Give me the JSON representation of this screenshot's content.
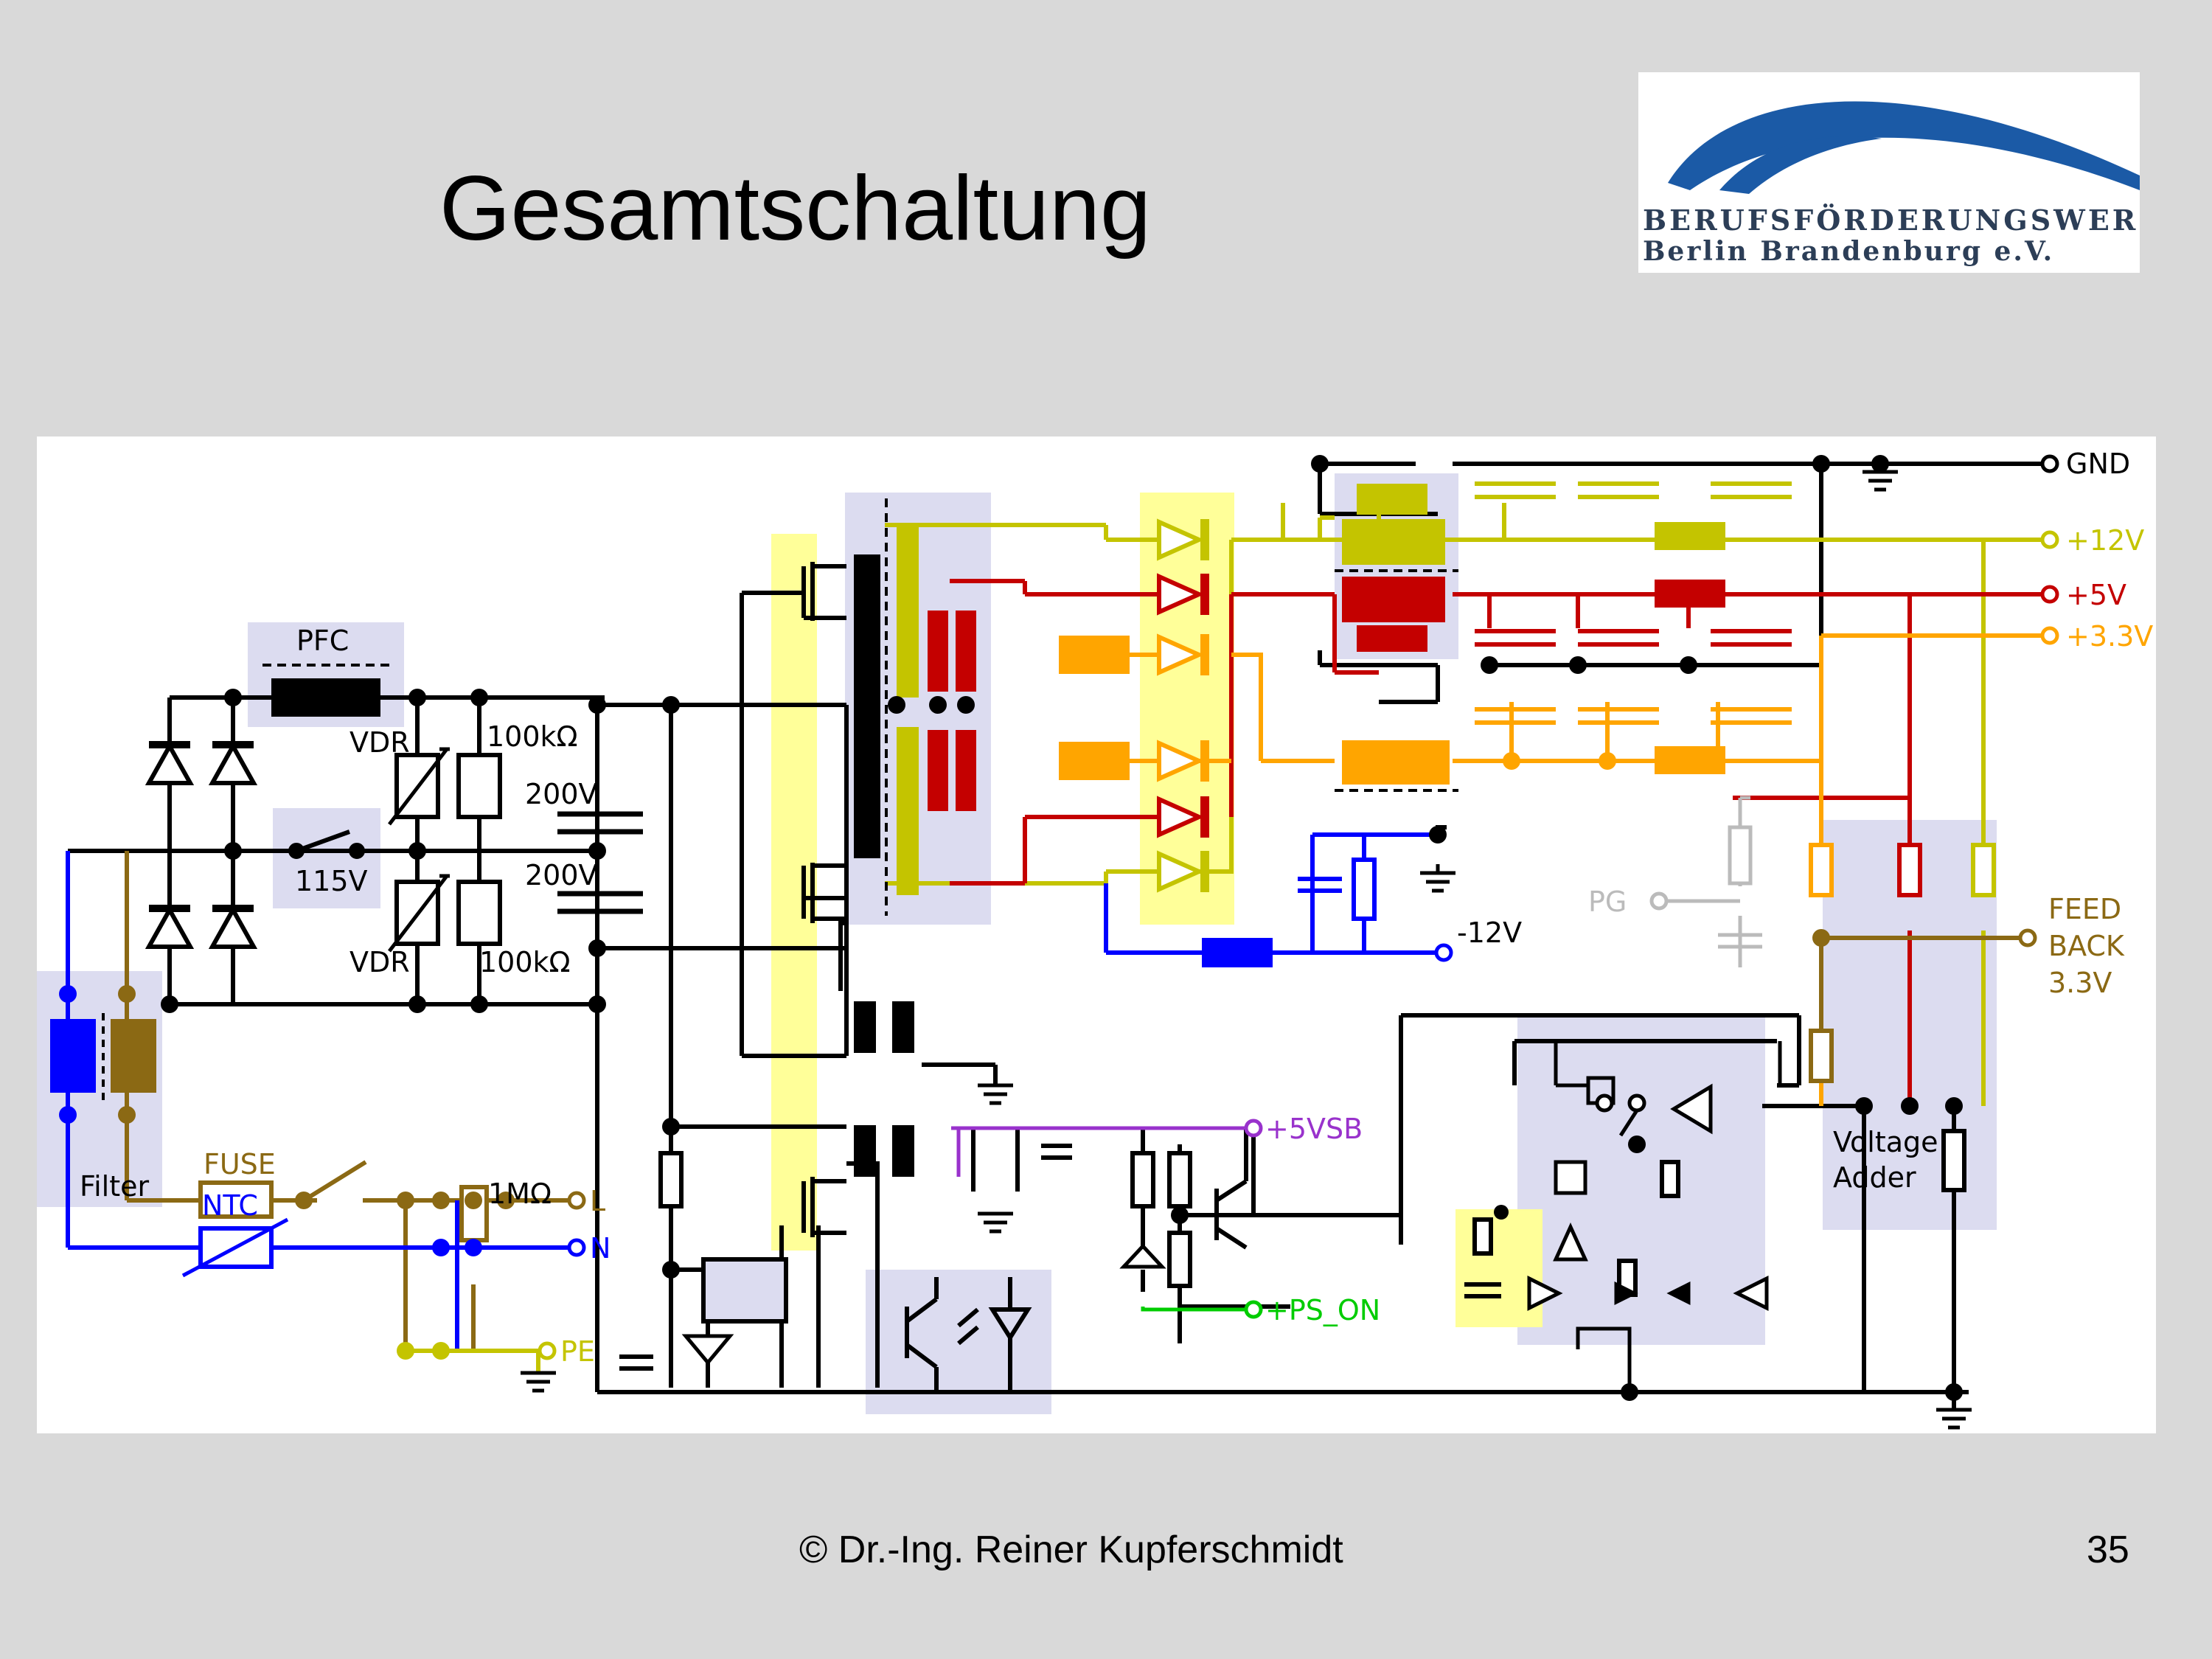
{
  "title": "Gesamtschaltung",
  "logo": {
    "line1": "BERUFSFÖRDERUNGSWERK",
    "line2": "Berlin Brandenburg e.V."
  },
  "footer": {
    "credit": "© Dr.-Ing. Reiner Kupferschmidt",
    "page": "35"
  },
  "schematic": {
    "labels": {
      "pfc": "PFC",
      "vdr_top": "VDR",
      "vdr_bottom": "VDR",
      "r_top": "100kΩ",
      "r_bottom": "100kΩ",
      "cap_top": "200V",
      "cap_bottom": "200V",
      "switch_115v": "115V",
      "filter": "Filter",
      "fuse": "FUSE",
      "ntc": "NTC",
      "r_1m": "1MΩ",
      "voltage_adder_1": "Voltage",
      "voltage_adder_2": "Adder",
      "feedback_1": "FEED",
      "feedback_2": "BACK",
      "feedback_3": "3.3V"
    },
    "terminals": {
      "gnd": "GND",
      "v12": "+12V",
      "v5": "+5V",
      "v33": "+3.3V",
      "vneg12": "-12V",
      "pg": "PG",
      "vsb": "+5VSB",
      "ps_on": "+PS_ON",
      "l": "L",
      "n": "N",
      "pe": "PE"
    },
    "colors": {
      "black": "#000000",
      "v12": "#c4c400",
      "v5": "#c40000",
      "v33": "#ffa500",
      "vneg12": "#0000ff",
      "mains": "#8b6914",
      "neutral": "#0000ff",
      "pe": "#c4c400",
      "vsb": "#9932cc",
      "ps_on": "#00cc00",
      "pg": "#bbbbbb",
      "highlight_block": "#dcdcf0",
      "highlight_yellow": "#ffff99"
    }
  }
}
